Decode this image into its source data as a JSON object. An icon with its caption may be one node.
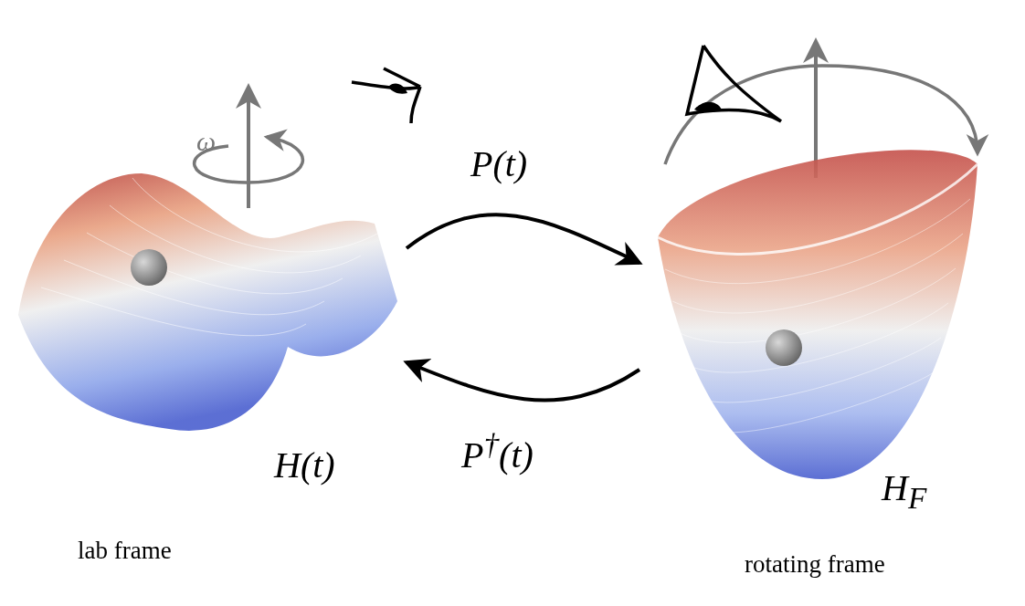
{
  "diagram": {
    "nodes": [
      {
        "text": [],
        "shape": "picture",
        "beside": [
          "H(t)"
        ]
      },
      {
        "text": [],
        "shape": "picture",
        "beside": [
          "H$_{F}$"
        ]
      }
    ],
    "edges": [
      {
        "from": 0,
        "to": 1,
        "arrow": "to",
        "label": "P(t)"
      },
      {
        "from": 1,
        "to": 0,
        "arrow": "to",
        "label": "P$^{†}$(t)"
      }
    ],
    "labels": [
      "ω",
      "lab frame",
      "rotating frame"
    ]
  }
}
